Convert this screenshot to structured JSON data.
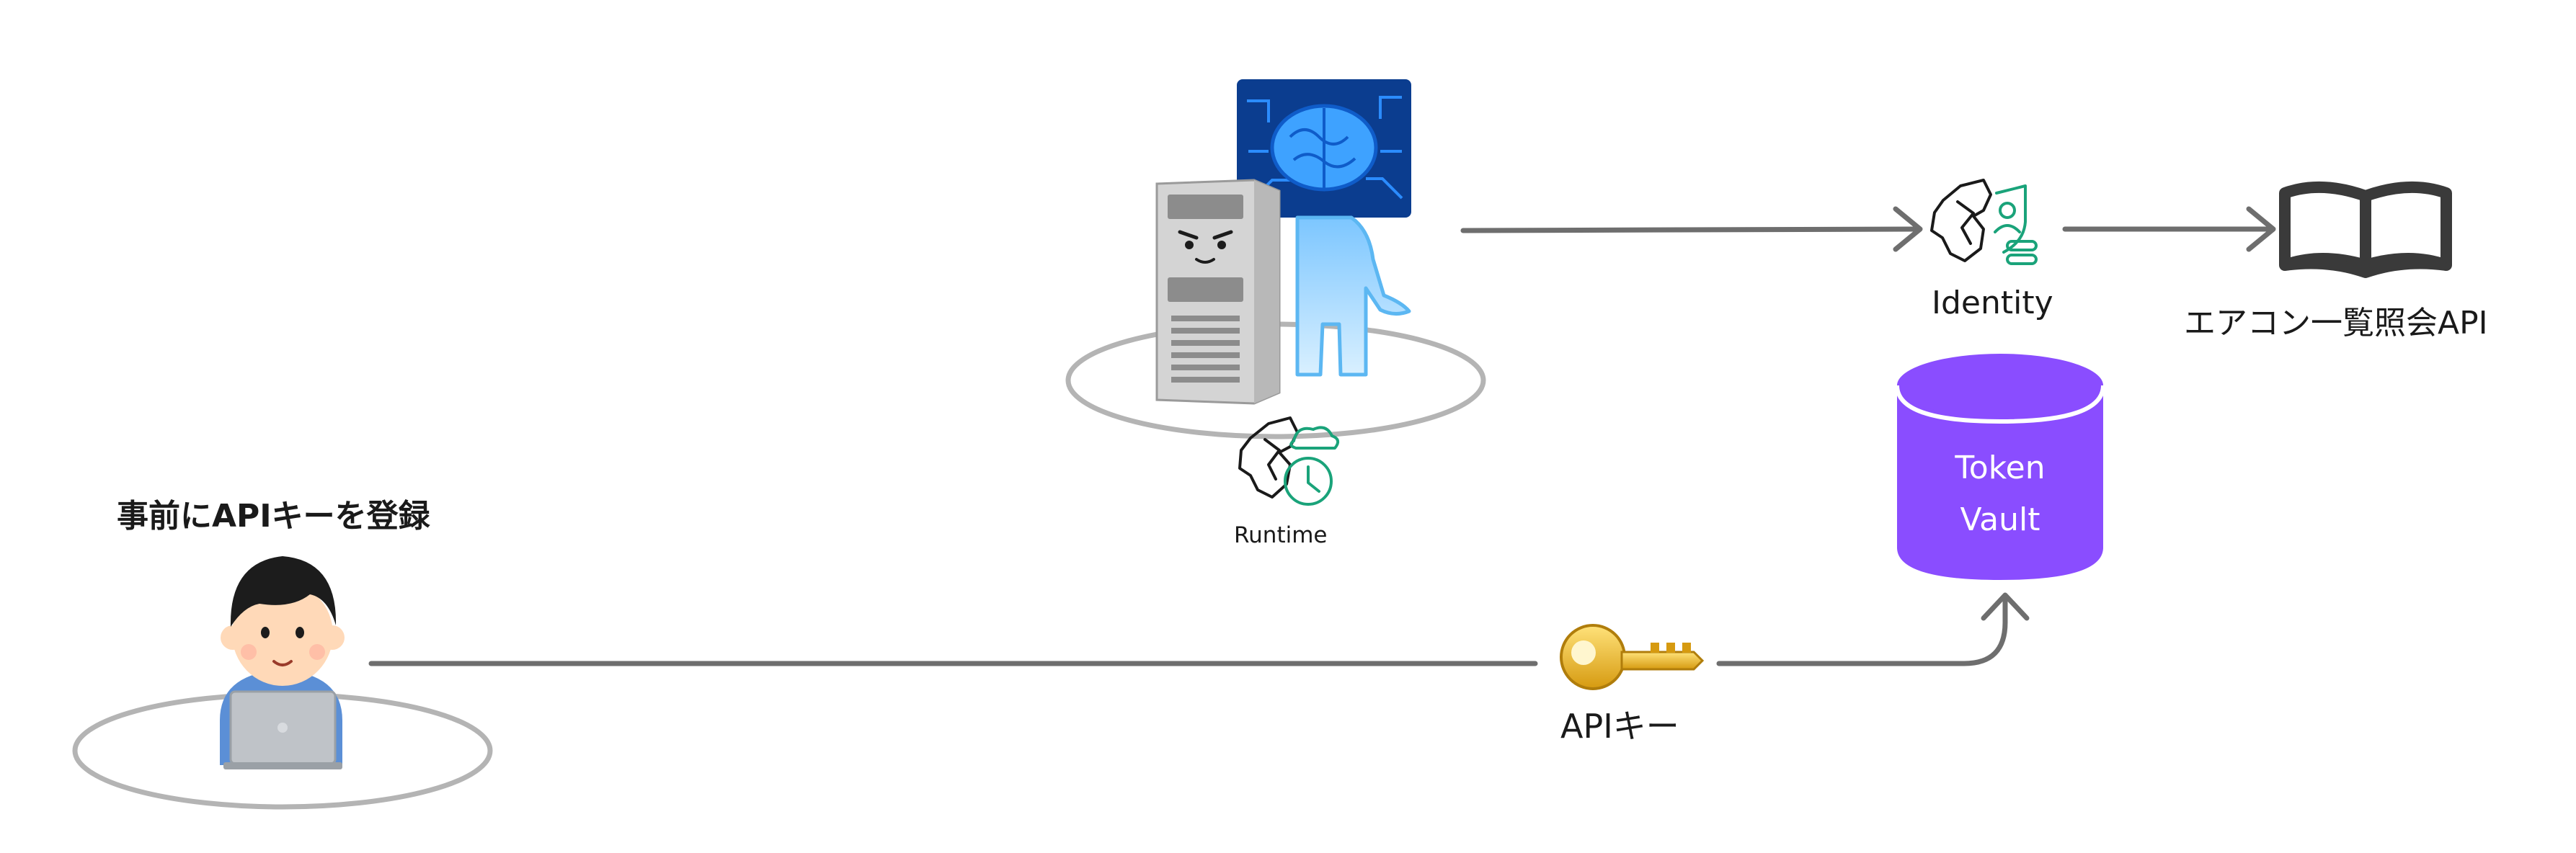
{
  "diagram": {
    "pre_register_label": "事前にAPIキーを登録",
    "api_key_label": "APIキー",
    "runtime_label": "Runtime",
    "identity_label": "Identity",
    "target_api_label": "エアコン一覧照会API",
    "token_vault": {
      "line1": "Token",
      "line2": "Vault"
    }
  },
  "colors": {
    "arrow": "#6e6e6e",
    "ellipse": "#b4b4b4",
    "vault": "#8a4dff",
    "vault_top": "#a57bff",
    "service_green": "#1aa37a",
    "key_gold": "#e6b21e",
    "brain_blue": "#1e74e6",
    "brain_bg": "#0b3d8f",
    "robot_body": "#9fd6ff",
    "server": "#c8c8c8",
    "person_hair": "#1c1c1c",
    "person_skin": "#ffd9b8",
    "person_shirt": "#5b8fd6",
    "laptop": "#bfc3c8",
    "book": "#3a3a3a"
  },
  "icons": {
    "user": "person-at-laptop-icon",
    "key": "key-icon",
    "agent": "ai-agent-server-icon",
    "runtime": "runtime-service-icon",
    "identity": "identity-service-icon",
    "vault": "token-vault-cylinder",
    "api": "open-book-icon"
  }
}
